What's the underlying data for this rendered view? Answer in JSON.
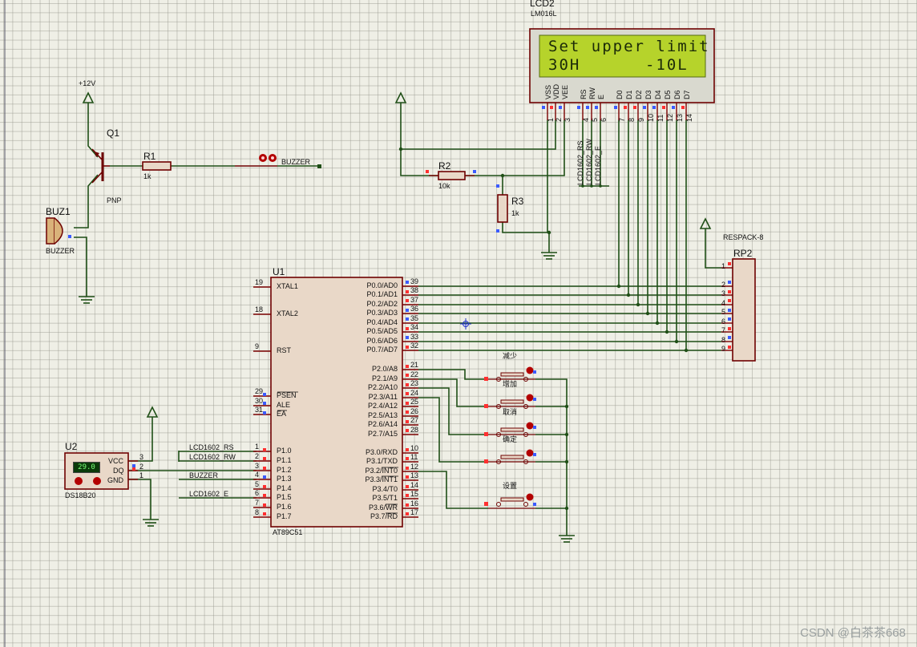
{
  "lcd": {
    "ref": "LCD2",
    "model": "LM016L",
    "line1": "Set upper limit",
    "line2": "30H      -10L",
    "pins": [
      "VSS",
      "VDD",
      "VEE",
      "RS",
      "RW",
      "E",
      "D0",
      "D1",
      "D2",
      "D3",
      "D4",
      "D5",
      "D6",
      "D7"
    ],
    "pin_numbers": [
      "1",
      "2",
      "3",
      "4",
      "5",
      "6",
      "7",
      "8",
      "9",
      "10",
      "11",
      "12",
      "13",
      "14"
    ],
    "nets": [
      "LCD1602_RS",
      "LCD1602_RW",
      "LCD1602_E"
    ]
  },
  "buzzer_circuit": {
    "supply": "+12V",
    "q1": "Q1",
    "q1_type": "PNP",
    "r1": "R1",
    "r1_val": "1k",
    "net": "BUZZER",
    "buz": "BUZ1",
    "buz_type": "BUZZER"
  },
  "lcd_bias": {
    "r2": "R2",
    "r2_val": "10k",
    "r3": "R3",
    "r3_val": "1k"
  },
  "rp2": {
    "ref": "RP2",
    "type": "RESPACK-8",
    "pins": [
      "1",
      "2",
      "3",
      "4",
      "5",
      "6",
      "7",
      "8",
      "9"
    ]
  },
  "mcu": {
    "ref": "U1",
    "model": "AT89C51",
    "left_pins": [
      {
        "num": "19",
        "name": "XTAL1"
      },
      {
        "num": "18",
        "name": "XTAL2"
      },
      {
        "num": "9",
        "name": "RST"
      },
      {
        "num": "29",
        "name": "PSEN"
      },
      {
        "num": "30",
        "name": "ALE"
      },
      {
        "num": "31",
        "name": "EA"
      },
      {
        "num": "1",
        "name": "P1.0"
      },
      {
        "num": "2",
        "name": "P1.1"
      },
      {
        "num": "3",
        "name": "P1.2"
      },
      {
        "num": "4",
        "name": "P1.3"
      },
      {
        "num": "5",
        "name": "P1.4"
      },
      {
        "num": "6",
        "name": "P1.5"
      },
      {
        "num": "7",
        "name": "P1.6"
      },
      {
        "num": "8",
        "name": "P1.7"
      }
    ],
    "right_pins": [
      {
        "num": "39",
        "name": "P0.0/AD0"
      },
      {
        "num": "38",
        "name": "P0.1/AD1"
      },
      {
        "num": "37",
        "name": "P0.2/AD2"
      },
      {
        "num": "36",
        "name": "P0.3/AD3"
      },
      {
        "num": "35",
        "name": "P0.4/AD4"
      },
      {
        "num": "34",
        "name": "P0.5/AD5"
      },
      {
        "num": "33",
        "name": "P0.6/AD6"
      },
      {
        "num": "32",
        "name": "P0.7/AD7"
      },
      {
        "num": "21",
        "name": "P2.0/A8"
      },
      {
        "num": "22",
        "name": "P2.1/A9"
      },
      {
        "num": "23",
        "name": "P2.2/A10"
      },
      {
        "num": "24",
        "name": "P2.3/A11"
      },
      {
        "num": "25",
        "name": "P2.4/A12"
      },
      {
        "num": "26",
        "name": "P2.5/A13"
      },
      {
        "num": "27",
        "name": "P2.6/A14"
      },
      {
        "num": "28",
        "name": "P2.7/A15"
      },
      {
        "num": "10",
        "name": "P3.0/RXD"
      },
      {
        "num": "11",
        "name": "P3.1/TXD"
      },
      {
        "num": "12",
        "name": "P3.2/INT0"
      },
      {
        "num": "13",
        "name": "P3.3/INT1"
      },
      {
        "num": "14",
        "name": "P3.4/T0"
      },
      {
        "num": "15",
        "name": "P3.5/T1"
      },
      {
        "num": "16",
        "name": "P3.6/WR"
      },
      {
        "num": "17",
        "name": "P3.7/RD"
      }
    ],
    "nets_left": [
      "LCD1602_RS",
      "LCD1602_RW",
      "BUZZER",
      "LCD1602_E"
    ]
  },
  "sensor": {
    "ref": "U2",
    "model": "DS18B20",
    "reading": "29.0",
    "pins": [
      {
        "num": "3",
        "name": "VCC"
      },
      {
        "num": "2",
        "name": "DQ"
      },
      {
        "num": "1",
        "name": "GND"
      }
    ]
  },
  "buttons": [
    "减少",
    "增加",
    "取消",
    "确定",
    "设置"
  ],
  "watermark": "CSDN @白茶茶668"
}
